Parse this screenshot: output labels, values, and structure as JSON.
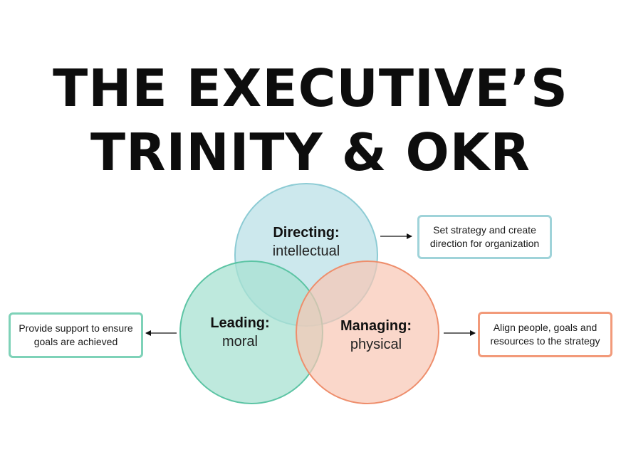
{
  "title": {
    "line1": "THE EXECUTIVE’S",
    "line2": "TRINITY & OKR"
  },
  "circles": {
    "directing": {
      "role": "Directing:",
      "aspect": "intellectual",
      "fill": "#c3e4ea",
      "stroke": "#8ccbd4"
    },
    "leading": {
      "role": "Leading:",
      "aspect": "moral",
      "fill": "#a8e2d2",
      "stroke": "#5cc4a4"
    },
    "managing": {
      "role": "Managing:",
      "aspect": "physical",
      "fill": "#f8c6b3",
      "stroke": "#ee8e6c"
    }
  },
  "notes": {
    "directing": "Set strategy and create direction for organization",
    "leading": "Provide support to ensure goals are achieved",
    "managing": "Align people, goals and resources to the strategy"
  }
}
